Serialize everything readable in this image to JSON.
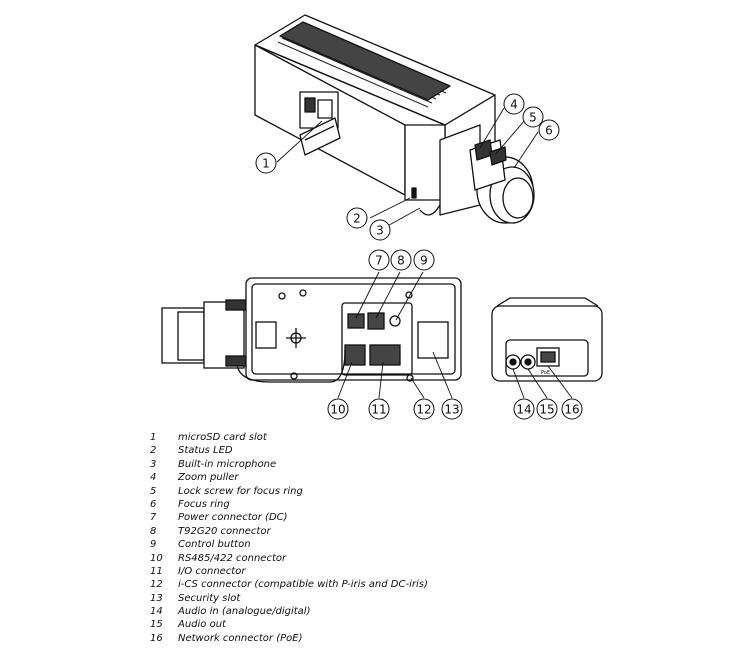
{
  "callouts": [
    {
      "number": "1"
    },
    {
      "number": "2"
    },
    {
      "number": "3"
    },
    {
      "number": "4"
    },
    {
      "number": "5"
    },
    {
      "number": "6"
    },
    {
      "number": "7"
    },
    {
      "number": "8"
    },
    {
      "number": "9"
    },
    {
      "number": "10"
    },
    {
      "number": "11"
    },
    {
      "number": "12"
    },
    {
      "number": "13"
    },
    {
      "number": "14"
    },
    {
      "number": "15"
    },
    {
      "number": "16"
    }
  ],
  "panel_labels": {
    "poe": "PoE"
  },
  "legend": [
    {
      "number": "1",
      "label": "microSD card slot"
    },
    {
      "number": "2",
      "label": "Status LED"
    },
    {
      "number": "3",
      "label": "Built-in microphone"
    },
    {
      "number": "4",
      "label": "Zoom puller"
    },
    {
      "number": "5",
      "label": "Lock screw for focus ring"
    },
    {
      "number": "6",
      "label": "Focus ring"
    },
    {
      "number": "7",
      "label": "Power connector (DC)"
    },
    {
      "number": "8",
      "label": "T92G20 connector"
    },
    {
      "number": "9",
      "label": "Control button"
    },
    {
      "number": "10",
      "label": "RS485/422 connector"
    },
    {
      "number": "11",
      "label": "I/O connector"
    },
    {
      "number": "12",
      "label": "i-CS connector (compatible with P-iris and DC-iris)"
    },
    {
      "number": "13",
      "label": "Security slot"
    },
    {
      "number": "14",
      "label": "Audio in (analogue/digital)"
    },
    {
      "number": "15",
      "label": "Audio out"
    },
    {
      "number": "16",
      "label": "Network connector (PoE)"
    }
  ]
}
